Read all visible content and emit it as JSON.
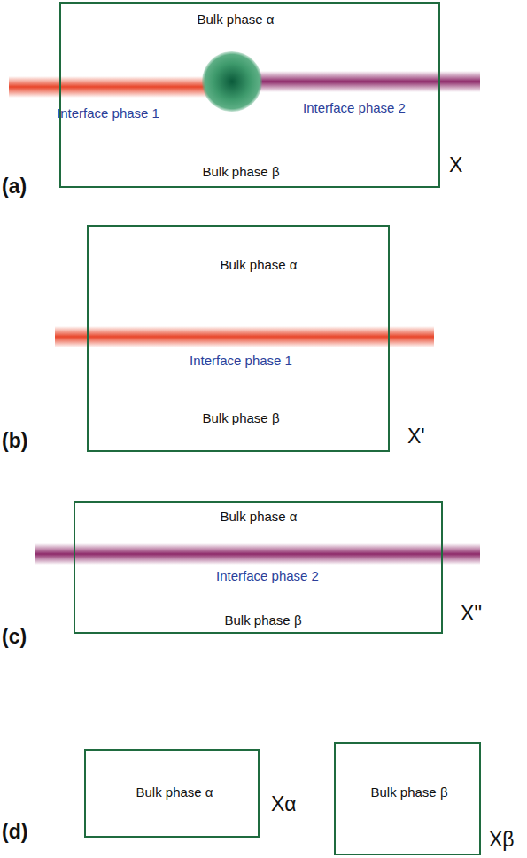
{
  "diagram": {
    "nodes": [
      {
        "text": [
          "Bulk phase α",
          "Interface phase 1",
          "Interface phase 2",
          "Bulk phase β",
          "X"
        ]
      },
      {
        "text": [
          "Bulk phase α",
          "Interface phase 1",
          "Bulk phase β",
          "X'"
        ]
      },
      {
        "text": [
          "Bulk phase α",
          "Interface phase 2",
          "Bulk phase β",
          "X''"
        ]
      },
      {
        "text": [
          "Bulk phase α",
          "Xα"
        ]
      },
      {
        "text": [
          "Bulk phase β",
          "Xβ"
        ]
      }
    ],
    "labels": [
      "(a)",
      "(b)",
      "(c)",
      "(d)"
    ]
  }
}
